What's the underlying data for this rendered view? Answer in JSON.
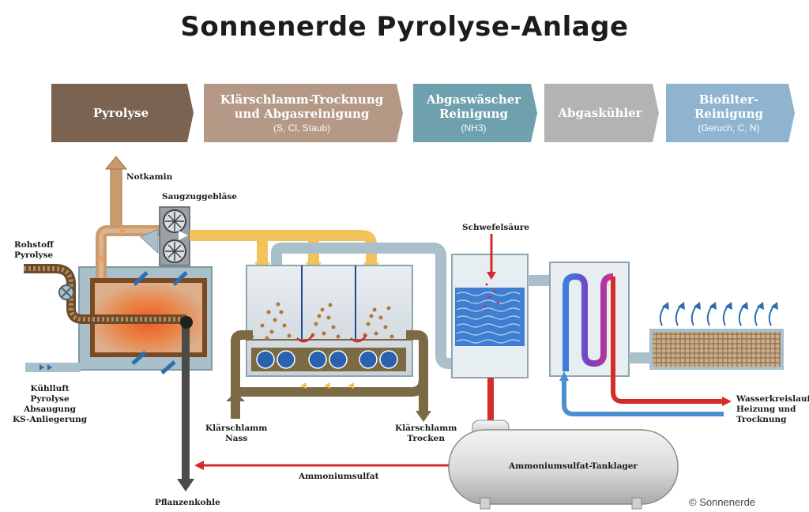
{
  "title": "Sonnenerde Pyrolyse-Anlage",
  "stages": [
    {
      "title": "Pyrolyse",
      "subtitle": "",
      "color": "#7a6350"
    },
    {
      "title": "Klärschlamm-Trocknung\nund Abgasreinigung",
      "subtitle": "(S, Cl, Staub)",
      "color": "#b49a86"
    },
    {
      "title": "Abgaswäscher\nReinigung",
      "subtitle": "(NH3)",
      "color": "#6fa0ae"
    },
    {
      "title": "Abgaskühler",
      "subtitle": "",
      "color": "#b3b3b3"
    },
    {
      "title": "Biofilter-\nReinigung",
      "subtitle": "(Geruch, C, N)",
      "color": "#8fb4d0"
    }
  ],
  "labels": {
    "notkamin": "Notkamin",
    "saugzug": "Saugzuggebläse",
    "rohstoff": "Rohstoff\nPyrolyse",
    "kuehlluft": "Kühlluft\nPyrolyse\nAbsaugung\nKS-Anliegerung",
    "ks_nass": "Klärschlamm\nNass",
    "ks_trocken": "Klärschlamm\nTrocken",
    "schwefelsaeure": "Schwefelsäure",
    "wasserkreislauf": "Wasserkreislauf\nHeizung und\nTrocknung",
    "ammoniumsulfat": "Ammoniumsulfat",
    "tanklager": "Ammoniumsulfat-Tanklager",
    "pflanzenkohle": "Pflanzenkohle"
  },
  "copyright": "© Sonnenerde",
  "colors": {
    "pipe_hot": "#c99a6b",
    "pipe_gas": "#f3c25c",
    "pipe_clean": "#a9bfca",
    "sludge": "#7b6a44",
    "red": "#d42b2b",
    "blue": "#4a8fd0",
    "char": "#3a3a3a"
  }
}
